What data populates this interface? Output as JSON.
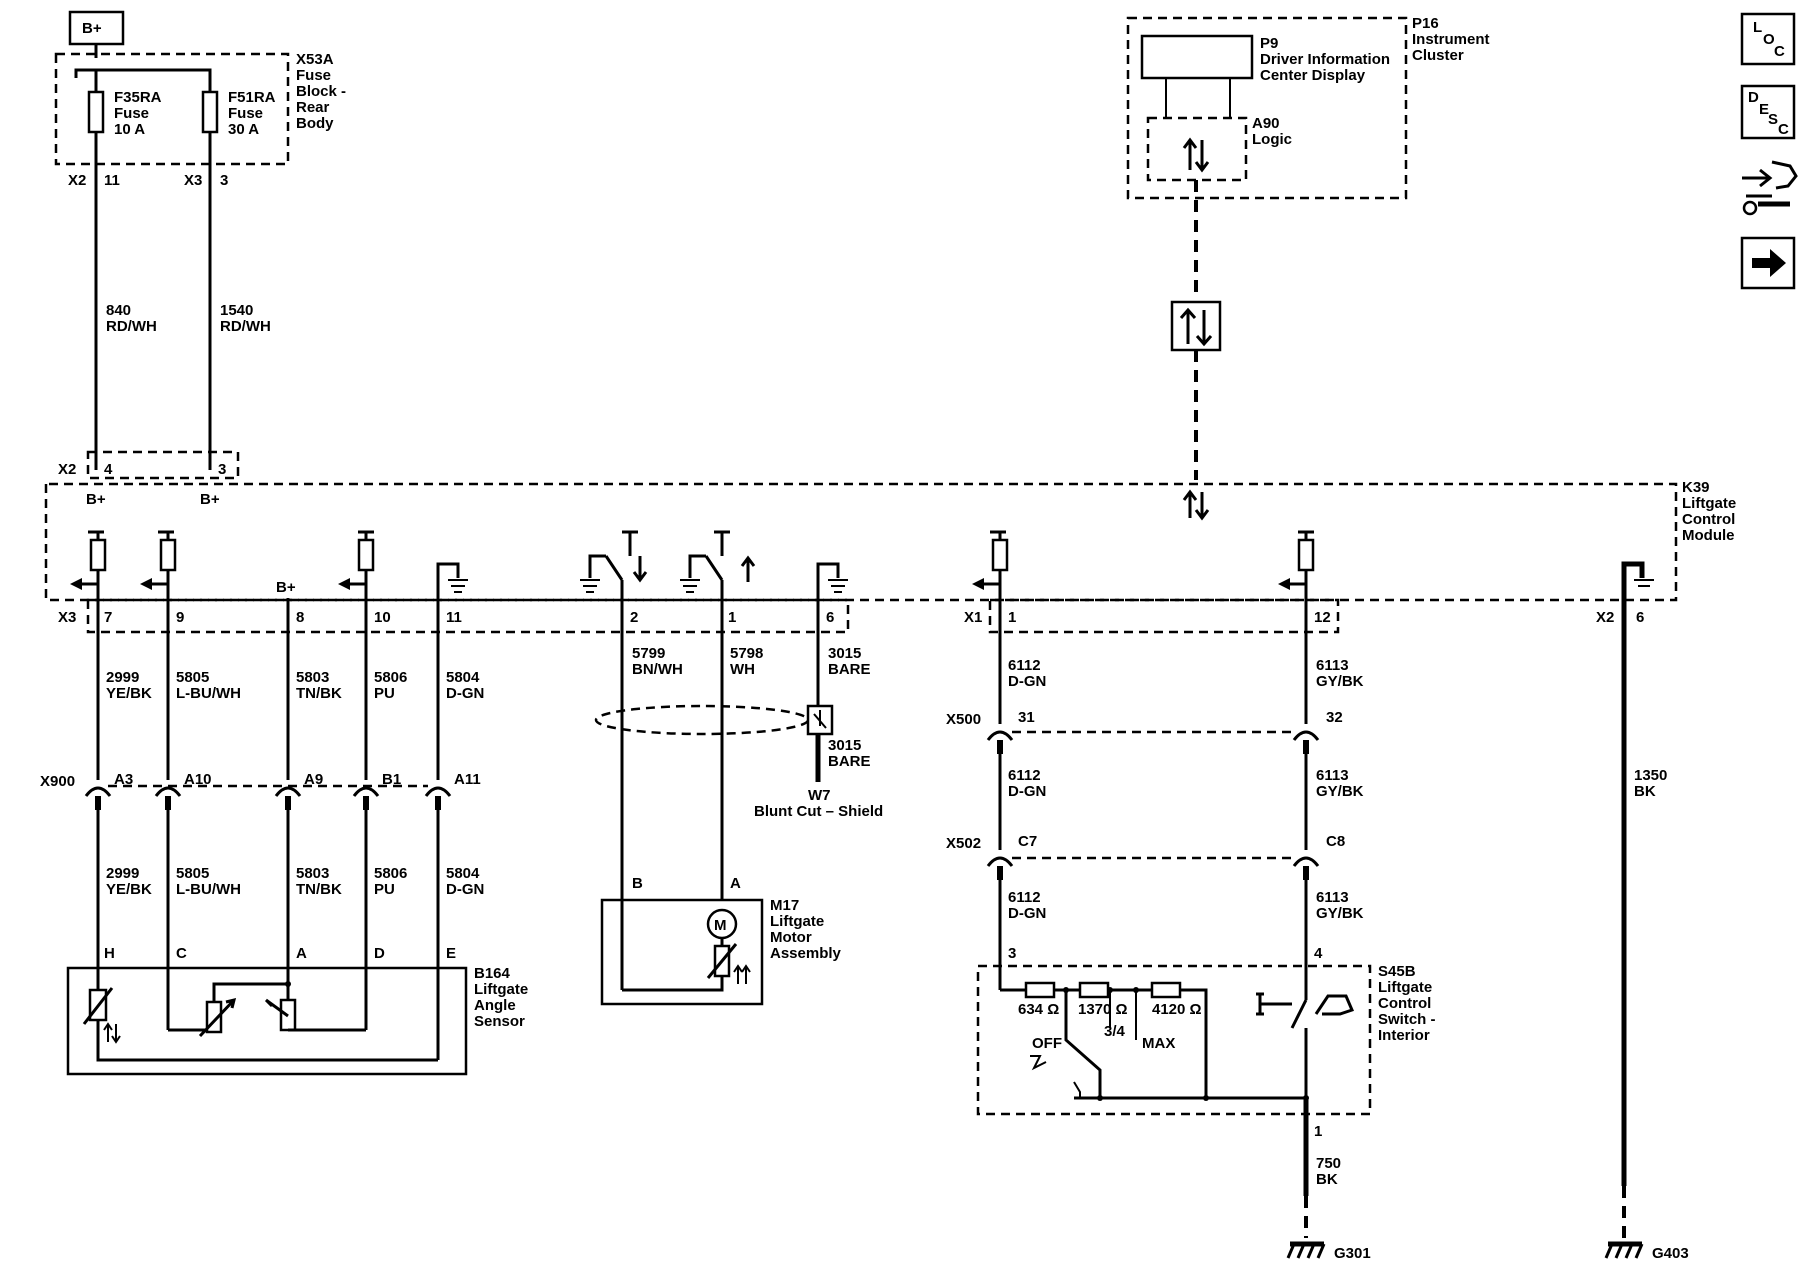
{
  "nav": {
    "loc": {
      "l": "L",
      "o": "O",
      "c": "C"
    },
    "desc": {
      "d": "D",
      "e": "E",
      "s": "S",
      "c": "C"
    }
  },
  "bplus": "B+",
  "fuse_block": {
    "id": "X53A",
    "name": [
      "Fuse",
      "Block -",
      "Rear",
      "Body"
    ],
    "f1": {
      "id": "F35RA",
      "type": "Fuse",
      "rating": "10 A",
      "conn": "X2",
      "pin": "11"
    },
    "f2": {
      "id": "F51RA",
      "type": "Fuse",
      "rating": "30 A",
      "conn": "X3",
      "pin": "3"
    }
  },
  "top_wires": [
    {
      "circuit": "840",
      "color": "RD/WH"
    },
    {
      "circuit": "1540",
      "color": "RD/WH"
    }
  ],
  "k39": {
    "id": "K39",
    "name": [
      "Liftgate",
      "Control",
      "Module"
    ],
    "x2_conn": "X2",
    "x2_pins": [
      "4",
      "3"
    ],
    "x2_bplus": [
      "B+",
      "B+"
    ],
    "x3_conn": "X3",
    "x3_pins": [
      "7",
      "9",
      "8",
      "10",
      "11",
      "2",
      "1",
      "6"
    ],
    "x1_conn": "X1",
    "x1_pins": [
      "1",
      "12"
    ],
    "x2b_conn": "X2",
    "x2b_pin": "6",
    "bplus_inner": "B+"
  },
  "p16": {
    "id": "P16",
    "name": [
      "Instrument",
      "Cluster"
    ],
    "p9": {
      "id": "P9",
      "name": [
        "Driver Information",
        "Center Display"
      ]
    },
    "a90": {
      "id": "A90",
      "name": [
        "Logic"
      ]
    }
  },
  "sensor_wires": [
    {
      "circuit": "2999",
      "color": "YE/BK"
    },
    {
      "circuit": "5805",
      "color": "L-BU/WH"
    },
    {
      "circuit": "5803",
      "color": "TN/BK"
    },
    {
      "circuit": "5806",
      "color": "PU"
    },
    {
      "circuit": "5804",
      "color": "D-GN"
    }
  ],
  "x900": {
    "id": "X900",
    "pins": [
      "A3",
      "A10",
      "A9",
      "B1",
      "A11"
    ]
  },
  "b164": {
    "id": "B164",
    "name": [
      "Liftgate",
      "Angle",
      "Sensor"
    ],
    "pins": [
      "H",
      "C",
      "A",
      "D",
      "E"
    ]
  },
  "motor_wires": [
    {
      "circuit": "5799",
      "color": "BN/WH"
    },
    {
      "circuit": "5798",
      "color": "WH"
    },
    {
      "circuit": "3015",
      "color": "BARE"
    }
  ],
  "shield": {
    "circuit": "3015",
    "color": "BARE",
    "id": "W7",
    "name": "Blunt Cut – Shield"
  },
  "m17": {
    "id": "M17",
    "name": [
      "Liftgate",
      "Motor",
      "Assembly"
    ],
    "pins": [
      "B",
      "A"
    ],
    "motor_symbol": "M"
  },
  "switch_wires": [
    {
      "circuit": "6112",
      "color": "D-GN"
    },
    {
      "circuit": "6113",
      "color": "GY/BK"
    }
  ],
  "x500": {
    "id": "X500",
    "pins": [
      "31",
      "32"
    ]
  },
  "x502": {
    "id": "X502",
    "pins": [
      "C7",
      "C8"
    ]
  },
  "s45b": {
    "id": "S45B",
    "name": [
      "Liftgate",
      "Control",
      "Switch -",
      "Interior"
    ],
    "pins": [
      "3",
      "4",
      "1"
    ],
    "resistors": [
      "634 Ω",
      "1370 Ω",
      "4120 Ω"
    ],
    "positions": [
      "OFF",
      "3/4",
      "MAX"
    ]
  },
  "ground_wires": [
    {
      "circuit": "750",
      "color": "BK"
    },
    {
      "circuit": "1350",
      "color": "BK"
    }
  ],
  "grounds": [
    "G301",
    "G403"
  ]
}
